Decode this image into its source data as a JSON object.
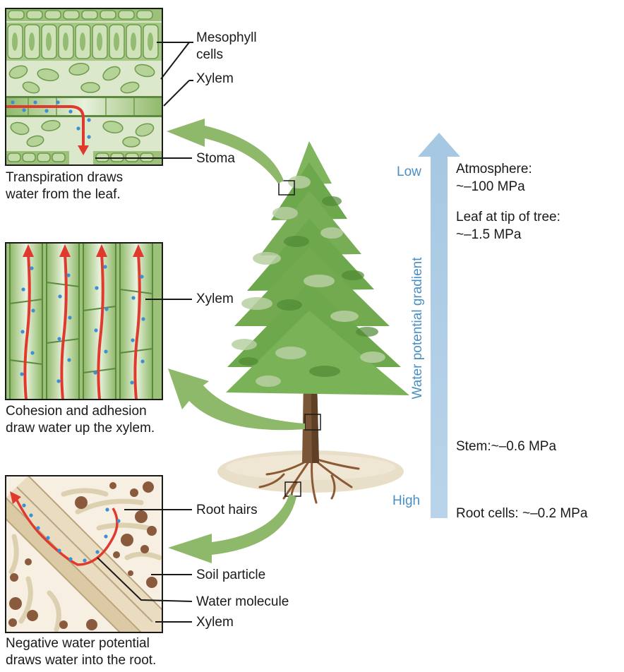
{
  "leaf_panel": {
    "labels": {
      "mesophyll": "Mesophyll",
      "cells": "cells",
      "xylem": "Xylem",
      "stoma": "Stoma"
    },
    "caption_line1": "Transpiration draws",
    "caption_line2": "water from the leaf."
  },
  "stem_panel": {
    "labels": {
      "xylem": "Xylem"
    },
    "caption_line1": "Cohesion and adhesion",
    "caption_line2": "draw water up the xylem."
  },
  "root_panel": {
    "labels": {
      "root_hairs": "Root hairs",
      "soil_particle": "Soil particle",
      "water_molecule": "Water molecule",
      "xylem": "Xylem"
    },
    "caption_line1": "Negative water potential",
    "caption_line2": "draws water into the root."
  },
  "gradient": {
    "axis_label": "Water potential gradient",
    "low": "Low",
    "high": "High",
    "arrow_color": "#a9cbe3",
    "text_color": "#4a8fc4"
  },
  "potentials": {
    "atmosphere_line1": "Atmosphere:",
    "atmosphere_line2": "~–100 MPa",
    "leaf_line1": "Leaf at tip of tree:",
    "leaf_line2": "~–1.5 MPa",
    "stem": "Stem:~–0.6 MPa",
    "root": "Root cells: ~–0.2 MPa"
  },
  "colors": {
    "water_path": "#e03a2f",
    "water_molecule": "#3b8fd4",
    "leaf_green": "#a9c98c",
    "pointer_arrow": "#8fb96a"
  }
}
